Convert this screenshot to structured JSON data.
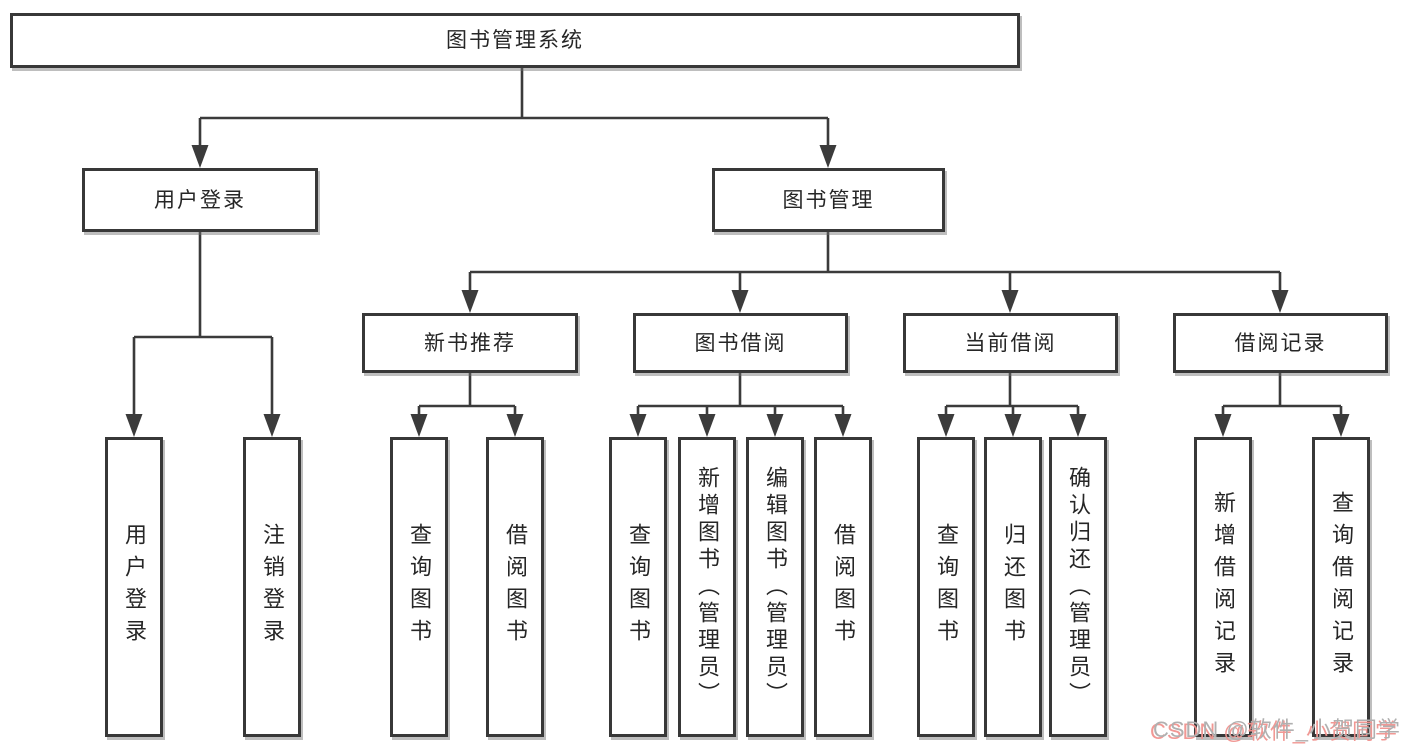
{
  "diagram": {
    "root": {
      "label": "图书管理系统"
    },
    "user_login": {
      "label": "用户登录",
      "children": [
        {
          "label": "用户登录"
        },
        {
          "label": "注销登录"
        }
      ]
    },
    "book_mgmt": {
      "label": "图书管理",
      "groups": [
        {
          "label": "新书推荐",
          "children": [
            {
              "label": "查询图书"
            },
            {
              "label": "借阅图书"
            }
          ]
        },
        {
          "label": "图书借阅",
          "children": [
            {
              "label": "查询图书"
            },
            {
              "label": "新增图书（管理员）"
            },
            {
              "label": "编辑图书（管理员）"
            },
            {
              "label": "借阅图书"
            }
          ]
        },
        {
          "label": "当前借阅",
          "children": [
            {
              "label": "查询图书"
            },
            {
              "label": "归还图书"
            },
            {
              "label": "确认归还（管理员）"
            }
          ]
        },
        {
          "label": "借阅记录",
          "children": [
            {
              "label": "新增借阅记录"
            },
            {
              "label": "查询借阅记录"
            }
          ]
        }
      ]
    },
    "watermark": "CSDN @软件_小贺同学",
    "colors": {
      "line": "#3b3b3b",
      "box_border": "#383838",
      "text": "#262626",
      "background": "#ffffff",
      "watermark_gray": "#b0b0b0",
      "watermark_pink": "#f0928e"
    }
  }
}
